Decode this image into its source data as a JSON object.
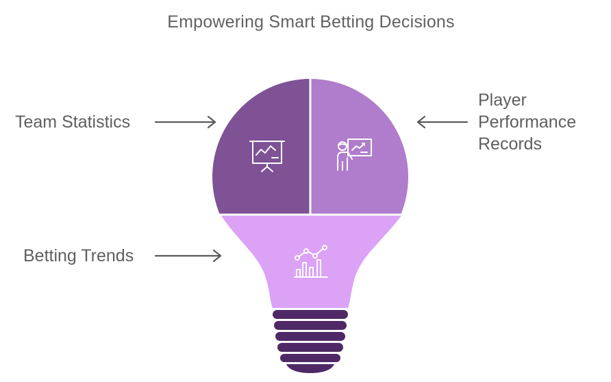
{
  "title": "Empowering Smart Betting Decisions",
  "labels": {
    "team_statistics": "Team Statistics",
    "player_line1": "Player",
    "player_line2": "Performance",
    "player_line3": "Records",
    "betting_trends": "Betting Trends"
  },
  "colors": {
    "team_segment": "#7f5296",
    "player_segment": "#b07ccc",
    "trends_segment": "#dba2f6",
    "bulb_base": "#4e2965",
    "arrow": "#5a5a5a",
    "icon_stroke": "#ffffff"
  },
  "icons": {
    "team": "presentation-chart-icon",
    "player": "presenter-chart-icon",
    "trends": "bar-line-chart-icon"
  }
}
